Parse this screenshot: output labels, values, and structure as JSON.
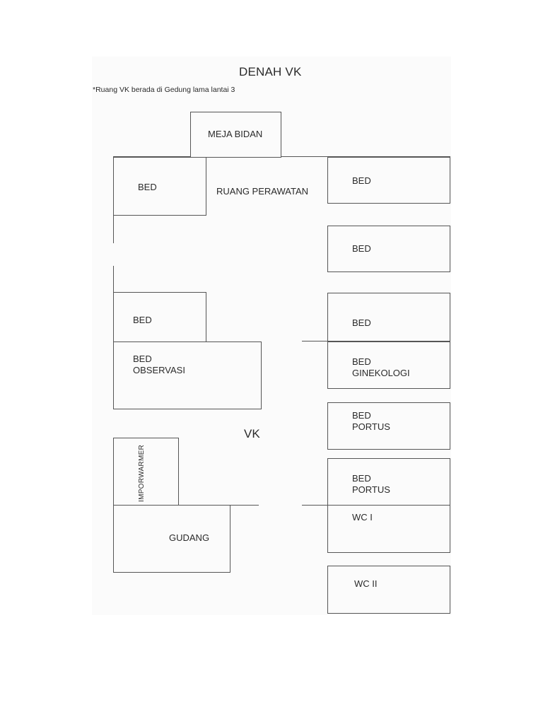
{
  "title": "DENAH VK",
  "note": "*Ruang VK berada di Gedung lama lantai 3",
  "area_labels": {
    "ruang_perawatan": "RUANG PERAWATAN",
    "vk": "VK"
  },
  "rooms": {
    "meja_bidan": "MEJA BIDAN",
    "bed_left_top": "BED",
    "bed_left_mid": "BED",
    "bed_observasi_1": "BED",
    "bed_observasi_2": "OBSERVASI",
    "imporwarmer": "IMPORWARMER",
    "gudang": "GUDANG",
    "bed_right_1": "BED",
    "bed_right_2": "BED",
    "bed_right_3": "BED",
    "bed_ginekologi_1": "BED",
    "bed_ginekologi_2": "GINEKOLOGI",
    "bed_portus_a_1": "BED",
    "bed_portus_a_2": "PORTUS",
    "bed_portus_b_1": "BED",
    "bed_portus_b_2": "PORTUS",
    "wc_1": "WC I",
    "wc_2": "WC II"
  },
  "colors": {
    "line": "#555555",
    "text": "#2a2a2a",
    "sheet": "#fbfbfb"
  }
}
